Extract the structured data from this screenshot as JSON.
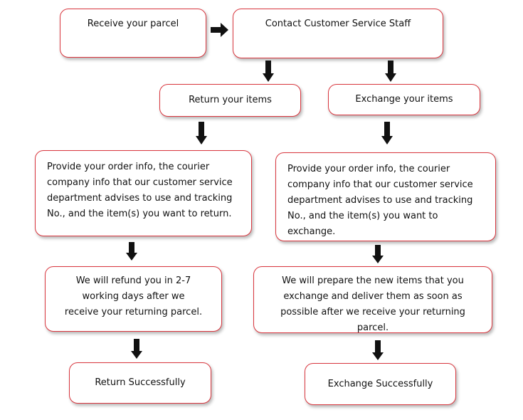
{
  "steps": {
    "receive": "Receive your parcel",
    "contact": "Contact Customer Service Staff",
    "return_items": "Return your items",
    "exchange_items": "Exchange your items",
    "provide_return": "Provide your order info, the courier company info that our customer service department advises to use and tracking No., and the item(s) you want to return.",
    "provide_exchange": "Provide your order info, the courier company info that our customer service department advises to use and tracking No., and the item(s) you want to exchange.",
    "refund": "We will refund you in 2-7 working days after we receive your returning parcel.",
    "prepare": "We will prepare the new items that you exchange  and deliver them as soon as possible after we receive your returning parcel.",
    "return_success": "Return Successfully",
    "exchange_success": "Exchange Successfully"
  },
  "colors": {
    "box_border": "#d9363e",
    "arrow": "#111111"
  }
}
